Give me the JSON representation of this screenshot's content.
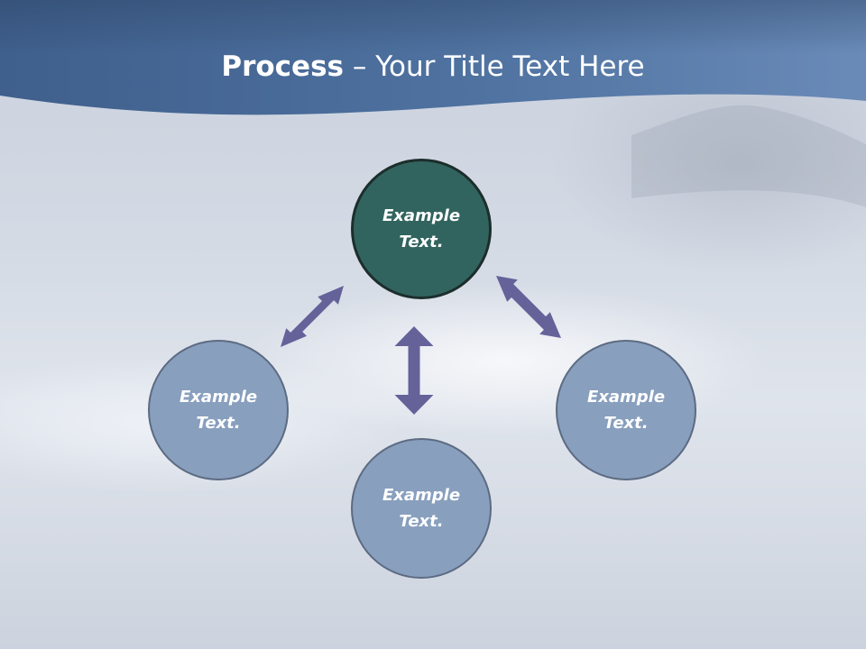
{
  "title": {
    "bold": "Process",
    "rest": " – Your Title Text Here"
  },
  "nodes": [
    {
      "id": "top",
      "label": "Example\nText.",
      "role": "center"
    },
    {
      "id": "left",
      "label": "Example\nText.",
      "role": "satellite"
    },
    {
      "id": "bottom",
      "label": "Example\nText.",
      "role": "satellite"
    },
    {
      "id": "right",
      "label": "Example\nText.",
      "role": "satellite"
    }
  ],
  "arrows": [
    {
      "between": [
        "top",
        "left"
      ],
      "type": "double-headed"
    },
    {
      "between": [
        "top",
        "bottom"
      ],
      "type": "double-headed"
    },
    {
      "between": [
        "top",
        "right"
      ],
      "type": "double-headed"
    }
  ],
  "colors": {
    "header_band": "#4d6d9a",
    "center_node": "#32645f",
    "satellite_node": "#889fbe",
    "arrow": "#65629a",
    "title_text": "#ffffff"
  }
}
